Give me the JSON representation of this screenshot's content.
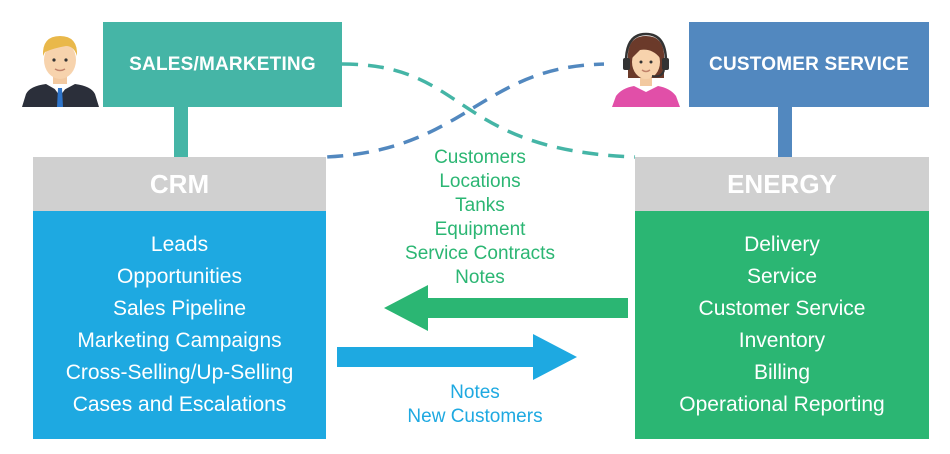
{
  "sales": {
    "label": "SALES/MARKETING"
  },
  "service": {
    "label": "CUSTOMER SERVICE"
  },
  "crm": {
    "title": "CRM",
    "items": [
      "Leads",
      "Opportunities",
      "Sales Pipeline",
      "Marketing Campaigns",
      "Cross-Selling/Up-Selling",
      "Cases and Escalations"
    ]
  },
  "energy": {
    "title": "ENERGY",
    "items": [
      "Delivery",
      "Service",
      "Customer Service",
      "Inventory",
      "Billing",
      "Operational Reporting"
    ]
  },
  "to_crm": {
    "items": [
      "Customers",
      "Locations",
      "Tanks",
      "Equipment",
      "Service Contracts",
      "Notes"
    ]
  },
  "to_energy": {
    "items": [
      "Notes",
      "New Customers"
    ]
  },
  "colors": {
    "teal": "#45b5a6",
    "blue_header": "#5288bf",
    "crm_blue": "#1ea9e1",
    "energy_green": "#2bb673",
    "gray": "#d0d0d0",
    "green_text": "#2bb673",
    "blue_text": "#1ea9e1"
  }
}
